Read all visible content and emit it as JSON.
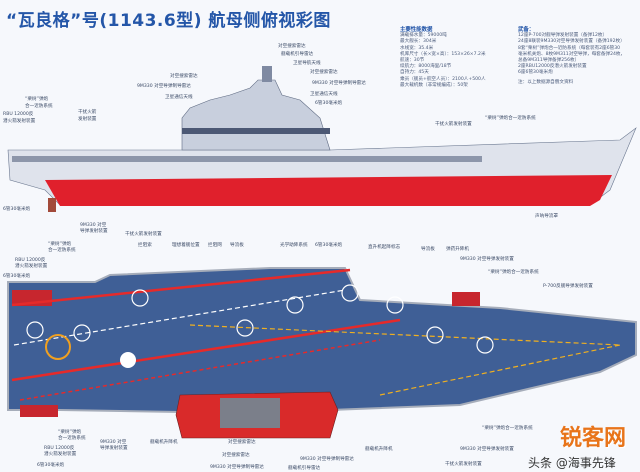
{
  "title": "“瓦良格”号(1143.6型) 航母侧俯视彩图",
  "colors": {
    "title": "#2456a8",
    "hull": "#d9dde6",
    "waterline_red": "#e0202c",
    "deck": "#3f5f96",
    "deck_red_line": "#e62a2a",
    "landing_line": "#ffffff",
    "taxi_line": "#f0b020"
  },
  "specs": {
    "heading": "主要性能数据",
    "lines": [
      "满载排水量：59000吨",
      "最大舰长：304米",
      "水线宽：35.4米",
      "机库尺寸（长×宽×高）：153×26×7.2米",
      "航速：30节",
      "续航力：8000海里/18节",
      "自持力：45天",
      "乘员（舰员+航空人员）：2100人+500人",
      "最大载机数（非常规编成）：50架"
    ]
  },
  "armament": {
    "heading": "武备：",
    "lines": [
      "12座P-700对舰导弹发射装置（备弹12枚）",
      "24座8联装9M330对空导弹发射装置（备弹192枚）",
      "8套“栗树”弹炮合一近防系统（每套装有2座6管30",
      "毫米机关炮、8枚9M311对空导弹，每套备弹24枚，",
      "总备9M311导弹备弹256枚）",
      "2座RBU12000反潜火箭发射装置",
      "6座6管30毫米炮"
    ],
    "note": "注：以上数据源自俄文资料"
  },
  "side_labels": [
    "对空搜索雷达",
    "舰载机引导雷达",
    "卫星导航天线",
    "对空搜索雷达",
    "9M330 对空导弹制导雷达",
    "卫星通信天线",
    "6管30毫米炮",
    "对空搜索雷达",
    "9M330 对空导弹制导雷达",
    "卫星通信天线",
    "“栗树”弹炮",
    "合一近防系统",
    "RBU 12000反",
    "潜火箭发射装置",
    "干扰火箭",
    "发射装置",
    "干扰火箭发射装置",
    "“栗树”弹炮合一近防系统",
    "6管30毫米炮",
    "声呐导流罩"
  ],
  "top_labels": [
    "9M330 对空",
    "导弹发射装置",
    "干扰火箭发射装置",
    "“栗树”弹炮",
    "合一近防系统",
    "RBU 12000反",
    "潜火箭发射装置",
    "6管30毫米炮",
    "拦阻索",
    "理想着舰位置",
    "拦阻网",
    "导流板",
    "光学助降系统",
    "6管30毫米炮",
    "直升机起降标志",
    "导流板",
    "弹药升降机",
    "9M330 对空导弹发射装置",
    "“栗树”弹炮合一近防系统",
    "P-700反舰导弹发射装置",
    "“栗树”弹炮",
    "合一近防系统",
    "RBU 12000反",
    "潜火箭发射装置",
    "6管30毫米炮",
    "9M330 对空",
    "导弹发射装置",
    "舰载机升降机",
    "对空搜索雷达",
    "9M330 对空导弹制导雷达",
    "对空搜索雷达",
    "9M330 对空导弹制导雷达",
    "舰载机引导雷达",
    "舰载机升降机",
    "“栗树”弹炮合一近防系统",
    "9M330 对空导弹发射装置",
    "干扰火箭发射装置"
  ],
  "watermark": {
    "logo": "锐客网",
    "source": "头条 @海事先锋"
  }
}
